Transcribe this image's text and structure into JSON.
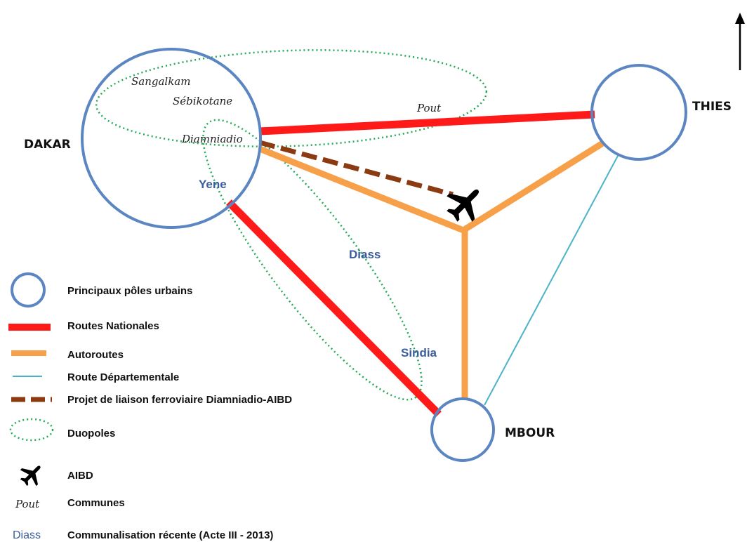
{
  "poles": {
    "dakar": "DAKAR",
    "thies": "THIES",
    "mbour": "MBOUR"
  },
  "communes": {
    "sangalkam": "Sangalkam",
    "sebikotane": "Sébikotane",
    "pout": "Pout",
    "diamniadio": "Diamniadio"
  },
  "recent_communes": {
    "yene": "Yene",
    "diass": "Diass",
    "sindia": "Sindia"
  },
  "legend": {
    "poles": "Principaux pôles urbains",
    "routes_nationales": "Routes Nationales",
    "autoroutes": "Autoroutes",
    "route_departementale": "Route Départementale",
    "projet_ferroviaire": "Projet de liaison ferroviaire Diamniadio-AIBD",
    "duopoles": "Duopoles",
    "aibd": "AIBD",
    "communes_sample": "Pout",
    "communes": "Communes",
    "recent_sample": "Diass",
    "recent": "Communalisation récente (Acte III - 2013)"
  },
  "colors": {
    "pole_circle": "#5b86c2",
    "route_nationale": "#ff1a1a",
    "autoroute": "#f7a04a",
    "route_departementale": "#4bb3c8",
    "rail_project": "#8b3a12",
    "duopole": "#22aa55",
    "recent_text": "#3a5e9a"
  },
  "icons": {
    "airport": "airplane-icon",
    "north_arrow": "north-arrow-icon"
  }
}
